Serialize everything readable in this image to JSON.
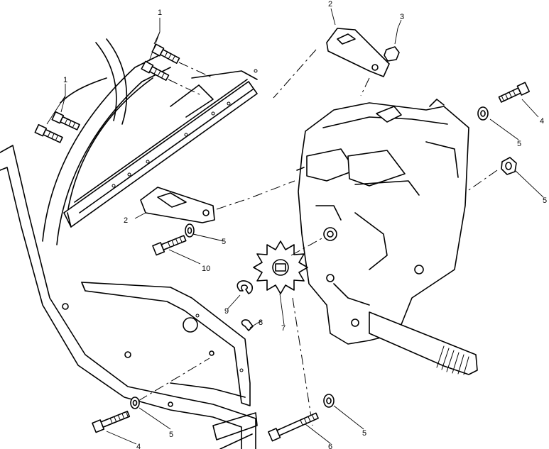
{
  "callouts": [
    {
      "id": "c1a",
      "text": "1"
    },
    {
      "id": "c1b",
      "text": "1"
    },
    {
      "id": "c2a",
      "text": "2"
    },
    {
      "id": "c2b",
      "text": "2"
    },
    {
      "id": "c3",
      "text": "3"
    },
    {
      "id": "c4a",
      "text": "4"
    },
    {
      "id": "c4b",
      "text": "4"
    },
    {
      "id": "c5a",
      "text": "5"
    },
    {
      "id": "c5b",
      "text": "5"
    },
    {
      "id": "c5c",
      "text": "5"
    },
    {
      "id": "c5d",
      "text": "5"
    },
    {
      "id": "c5e",
      "text": "5"
    },
    {
      "id": "c6",
      "text": "6"
    },
    {
      "id": "c7",
      "text": "7"
    },
    {
      "id": "c8",
      "text": "8"
    },
    {
      "id": "c9",
      "text": "9"
    },
    {
      "id": "c10",
      "text": "10"
    }
  ]
}
